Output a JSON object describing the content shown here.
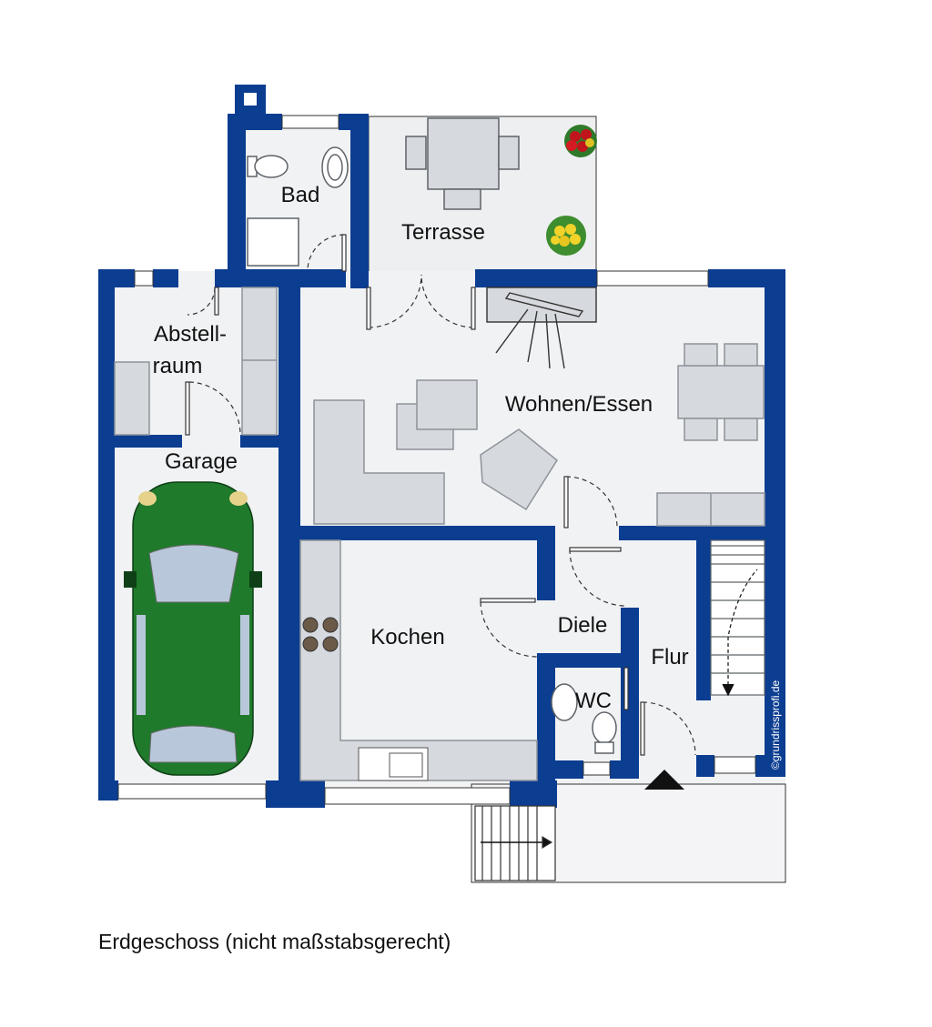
{
  "rooms": {
    "bad": "Bad",
    "terrasse": "Terrasse",
    "abstell_1": "Abstell-",
    "abstell_2": "raum",
    "wohnen": "Wohnen/Essen",
    "garage": "Garage",
    "kochen": "Kochen",
    "diele": "Diele",
    "flur": "Flur",
    "wc": "WC"
  },
  "caption": "Erdgeschoss (nicht maßstabsgerecht)",
  "credit": "©grundrissprofi.de",
  "colors": {
    "wall": "#0b3d91",
    "floor": "#f1f2f4",
    "furniture": "#d6d9dd",
    "furniture_edge": "#8d9399",
    "car_body": "#1f7a2c",
    "car_glass": "#b9c7da"
  },
  "icons": [
    "car-icon",
    "flower-icon",
    "stove-icon",
    "sink-icon",
    "toilet-icon",
    "entrance-arrow-icon"
  ]
}
